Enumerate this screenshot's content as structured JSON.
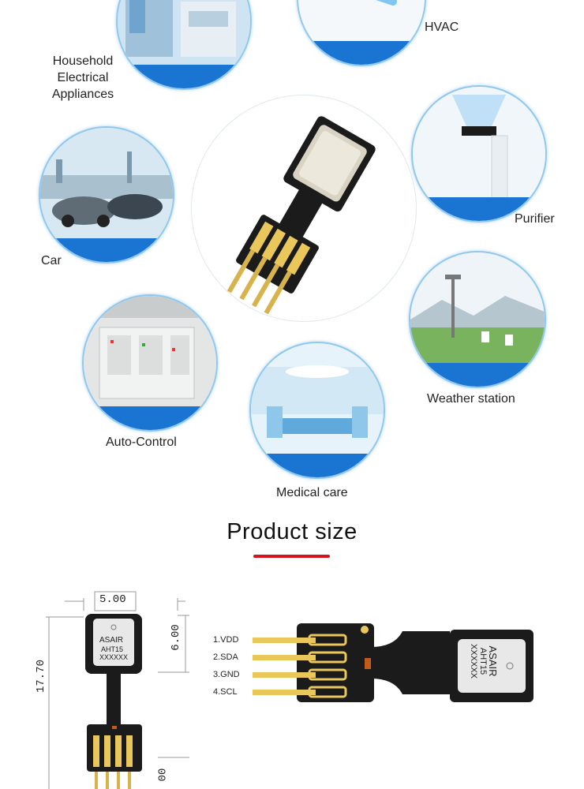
{
  "applications": [
    {
      "label": "Household\nElectrical\nAppliances",
      "icon": "household-appliances-image"
    },
    {
      "label": "HVAC",
      "icon": "hvac-image"
    },
    {
      "label": "Car",
      "icon": "car-image"
    },
    {
      "label": "Purifier",
      "icon": "purifier-image"
    },
    {
      "label": "Weather station",
      "icon": "weather-station-image"
    },
    {
      "label": "Auto-Control",
      "icon": "auto-control-image"
    },
    {
      "label": "Medical care",
      "icon": "medical-care-image"
    }
  ],
  "section": {
    "title": "Product size",
    "accent_color": "#d8131b"
  },
  "dimensions": {
    "width": "5.00",
    "head_length": "6.00",
    "total_length": "17.70",
    "bottom": "00"
  },
  "chip": {
    "brand": "ASAIR",
    "model": "AHT15",
    "serial": "XXXXXX"
  },
  "pins": [
    "1.VDD",
    "2.SDA",
    "3.GND",
    "4.SCL"
  ],
  "colors": {
    "circle_border": "#8fc8ee",
    "blue_band": "#1a74d2",
    "pcb": "#1b1b1b",
    "gold": "#e9c75a"
  }
}
